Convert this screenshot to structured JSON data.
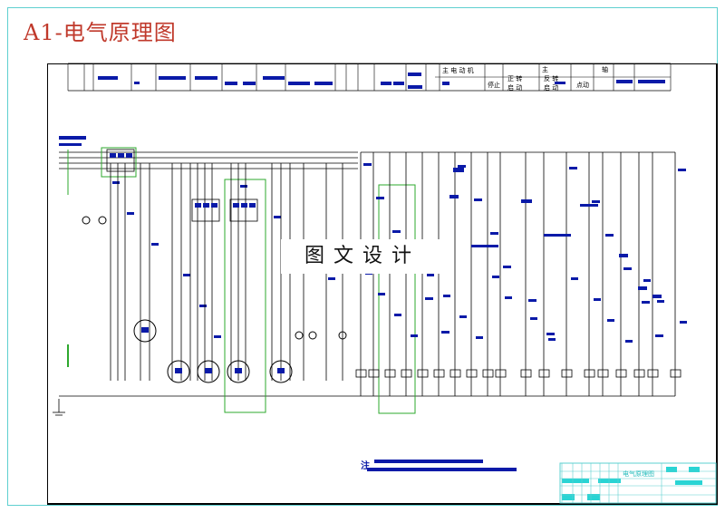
{
  "sheet_title": "A1-电气原理图",
  "watermark": "图文设计",
  "note_label": "注",
  "title_block": {
    "drawing_name": "电气原理图",
    "colors": {
      "border": "#5ed0d0",
      "fill": "#2ad4d4"
    }
  },
  "header_labels": {
    "main_motor": "主 电 动 机",
    "stop": "停止",
    "jog": "点动",
    "forward": "正 转",
    "reverse": "反 转",
    "start1": "启 动",
    "start2": "启 动",
    "main": "主",
    "axis": "轴"
  },
  "colors": {
    "wire": "#000000",
    "label_block": "#0a1aa8",
    "highlight": "#2ea82e",
    "title": "#c0392b"
  }
}
